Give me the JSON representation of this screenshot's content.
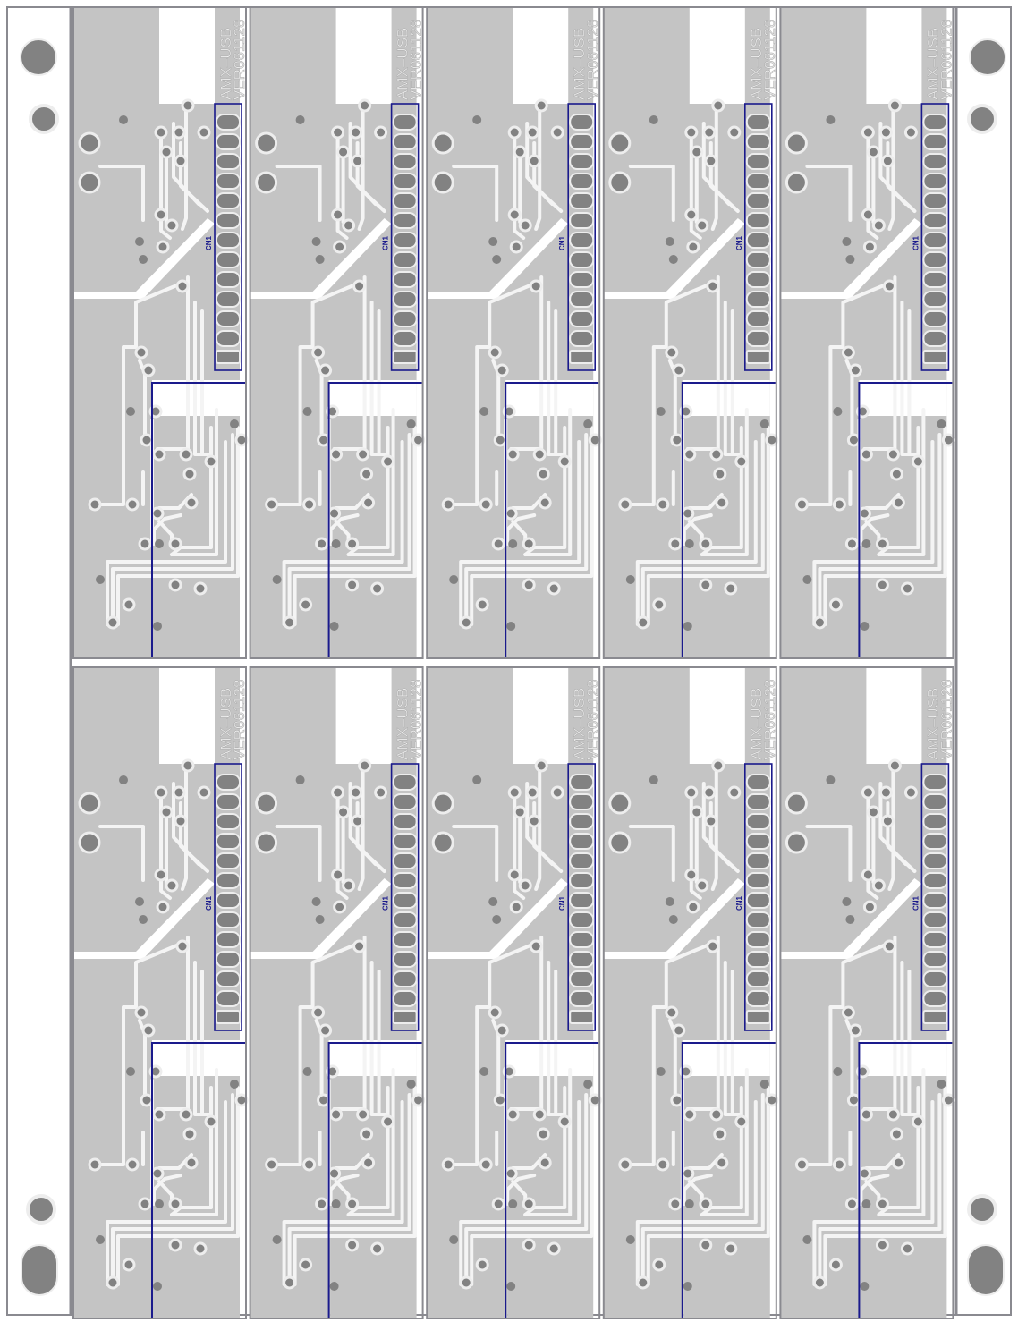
{
  "board": {
    "title_line1": "AMX–USB",
    "title_line2": "VER061128",
    "connector_label": "CN1"
  },
  "layout": {
    "rows": 2,
    "columns": 5,
    "panel_count": 10
  },
  "colors": {
    "background": "#ffffff",
    "board_border": "#8a8a90",
    "copper_fill": "#c4c4c4",
    "trace": "#f4f4f4",
    "pad": "#828282",
    "pad_ring": "#ededed",
    "outline_blue": "#1a1a8c",
    "silk_text": "#f0f0f0"
  },
  "icons": {
    "mounting_hole": "mounting-hole-icon",
    "slot_hole": "slot-hole-icon",
    "via": "via-icon",
    "connector_pin": "connector-pin-icon"
  }
}
